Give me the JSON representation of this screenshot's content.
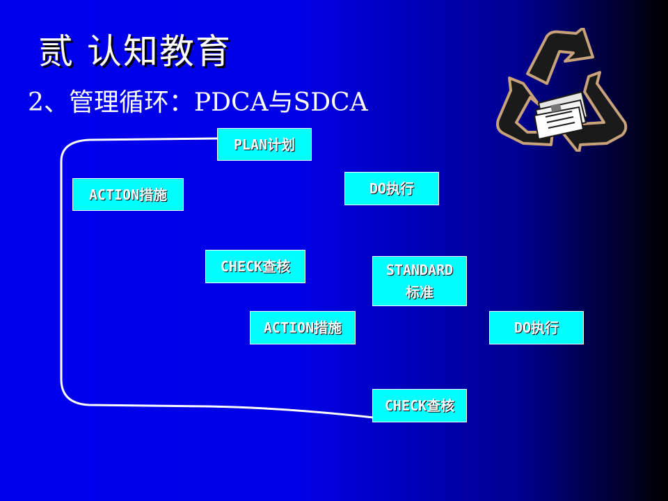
{
  "slide": {
    "title": "贰 认知教育",
    "subtitle": "2、管理循环：PDCA与SDCA"
  },
  "pdca": {
    "plan": "PLAN计划",
    "do": "DO执行",
    "check": "CHECK查核",
    "action": "ACTION措施"
  },
  "sdca": {
    "standard_line1": "STANDARD",
    "standard_line2": "标准",
    "do": "DO执行",
    "check": "CHECK查核",
    "action": "ACTION措施"
  },
  "colors": {
    "background_start": "#0000ee",
    "background_end": "#000000",
    "box_fill": "#00ffff",
    "text": "#ffffff",
    "recycle_fill": "#1a1a1a",
    "recycle_outline": "#c8a27a"
  },
  "icons": {
    "recycle": "recycle-newspapers-icon"
  }
}
